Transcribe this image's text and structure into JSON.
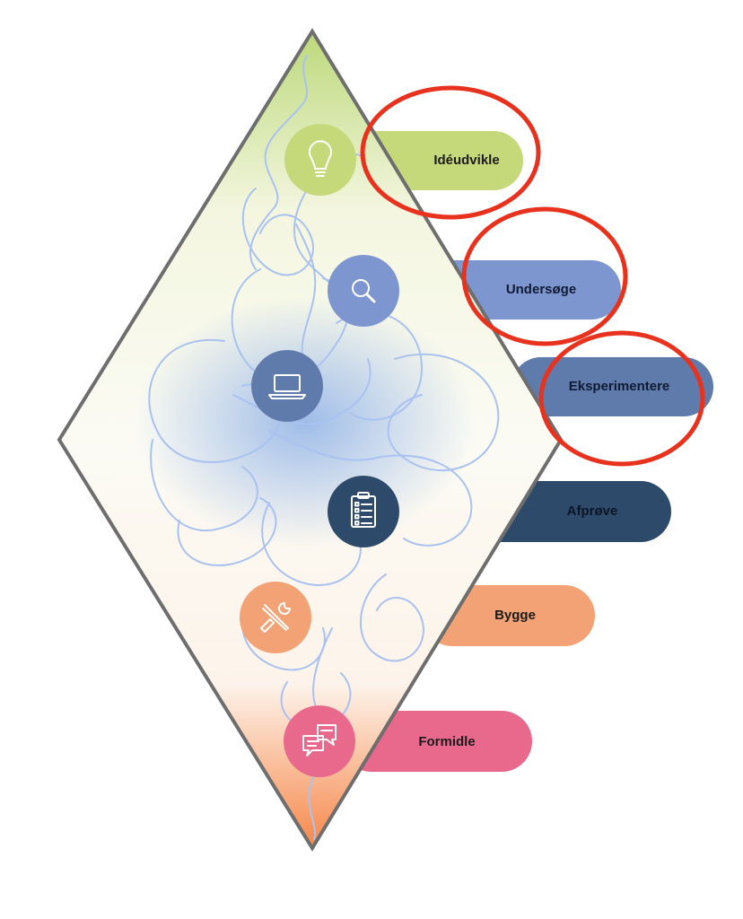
{
  "phases": [
    {
      "id": "ideudvikle",
      "label": "Idéudvikle",
      "icon": "lightbulb-icon",
      "color": "#c6d97a",
      "text_color": "#1b1b1b",
      "highlighted": true
    },
    {
      "id": "undersoege",
      "label": "Undersøge",
      "icon": "search-icon",
      "color": "#7e96d0",
      "text_color": "#111a33",
      "highlighted": true
    },
    {
      "id": "eksperimentere",
      "label": "Eksperimentere",
      "icon": "laptop-icon",
      "color": "#5f7bab",
      "text_color": "#0f1a33",
      "highlighted": true
    },
    {
      "id": "afproeve",
      "label": "Afprøve",
      "icon": "clipboard-checklist-icon",
      "color": "#2e4a6b",
      "text_color": "#0b1626",
      "highlighted": false
    },
    {
      "id": "bygge",
      "label": "Bygge",
      "icon": "tools-icon",
      "color": "#f2a274",
      "text_color": "#1b1b1b",
      "highlighted": false
    },
    {
      "id": "formidle",
      "label": "Formidle",
      "icon": "chat-bubbles-icon",
      "color": "#e8698c",
      "text_color": "#1b1b1b",
      "highlighted": false
    }
  ],
  "colors": {
    "diamond_outline": "#6e6e6e",
    "diamond_top": "#bcd97a",
    "diamond_bottom": "#f6874a",
    "scribble": "#a9c2f0",
    "center_glow": "#8fb1e6",
    "highlight_ring": "#e8321e"
  }
}
